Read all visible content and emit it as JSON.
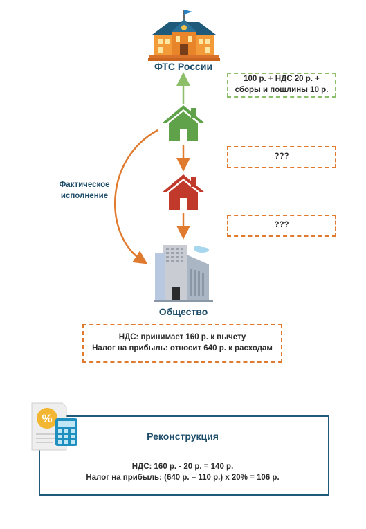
{
  "fts": {
    "label": "ФТС России"
  },
  "fts_box": {
    "line1": "100 р. + НДС 20 р. +",
    "line2": "сборы и пошлины 10 р."
  },
  "mid_box1": {
    "text": "???"
  },
  "mid_box2": {
    "text": "???"
  },
  "side_label": {
    "line1": "Фактическое",
    "line2": "исполнение"
  },
  "company": {
    "label": "Общество"
  },
  "company_box": {
    "line1": "НДС: принимает 160 р. к вычету",
    "line2": "Налог на прибыль: относит 640 р. к расходам"
  },
  "reconstruction": {
    "title": "Реконструкция",
    "line1": "НДС: 160 р. - 20 р. = 140 р.",
    "line2": "Налог на прибыль: (640 р. – 110 р.) х 20% = 106 р."
  },
  "colors": {
    "green_arrow": "#8dbf6a",
    "orange_arrow": "#e07a2e",
    "green_house": "#5fa24a",
    "red_house": "#c0392b",
    "frame_blue": "#1f5a7a"
  }
}
